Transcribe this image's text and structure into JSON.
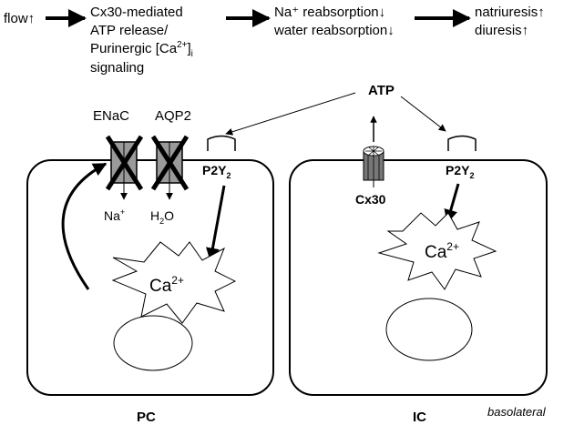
{
  "flow": {
    "step1": "flow↑",
    "step2_line1": "Cx30-mediated",
    "step2_line2": "ATP release/",
    "step2_line3a": "Purinergic  [Ca",
    "step2_line3_sup": "2+",
    "step2_line3b": "]",
    "step2_line3_sub": "i",
    "step2_line4": "signaling",
    "step3_line1": "Na⁺ reabsorption↓",
    "step3_line2": "water reabsorption↓",
    "step4_line1": "natriuresis↑",
    "step4_line2": "diuresis↑"
  },
  "labels": {
    "atp": "ATP",
    "enac": "ENaC",
    "aqp2": "AQP2",
    "p2y2_base": "P2Y",
    "p2y2_sub": "2",
    "na_base": "Na",
    "na_sup": "+",
    "h2o_h": "H",
    "h2o_sub": "2",
    "h2o_o": "O",
    "ca_base": "Ca",
    "ca_sup": "2+",
    "cx30": "Cx30",
    "pc": "PC",
    "ic": "IC",
    "basolateral": "basolateral"
  },
  "colors": {
    "stroke": "#000000",
    "channel_fill": "#9a9a9a",
    "cx30_fill": "#777777",
    "arrow_gray": "#333333",
    "background": "#ffffff"
  }
}
